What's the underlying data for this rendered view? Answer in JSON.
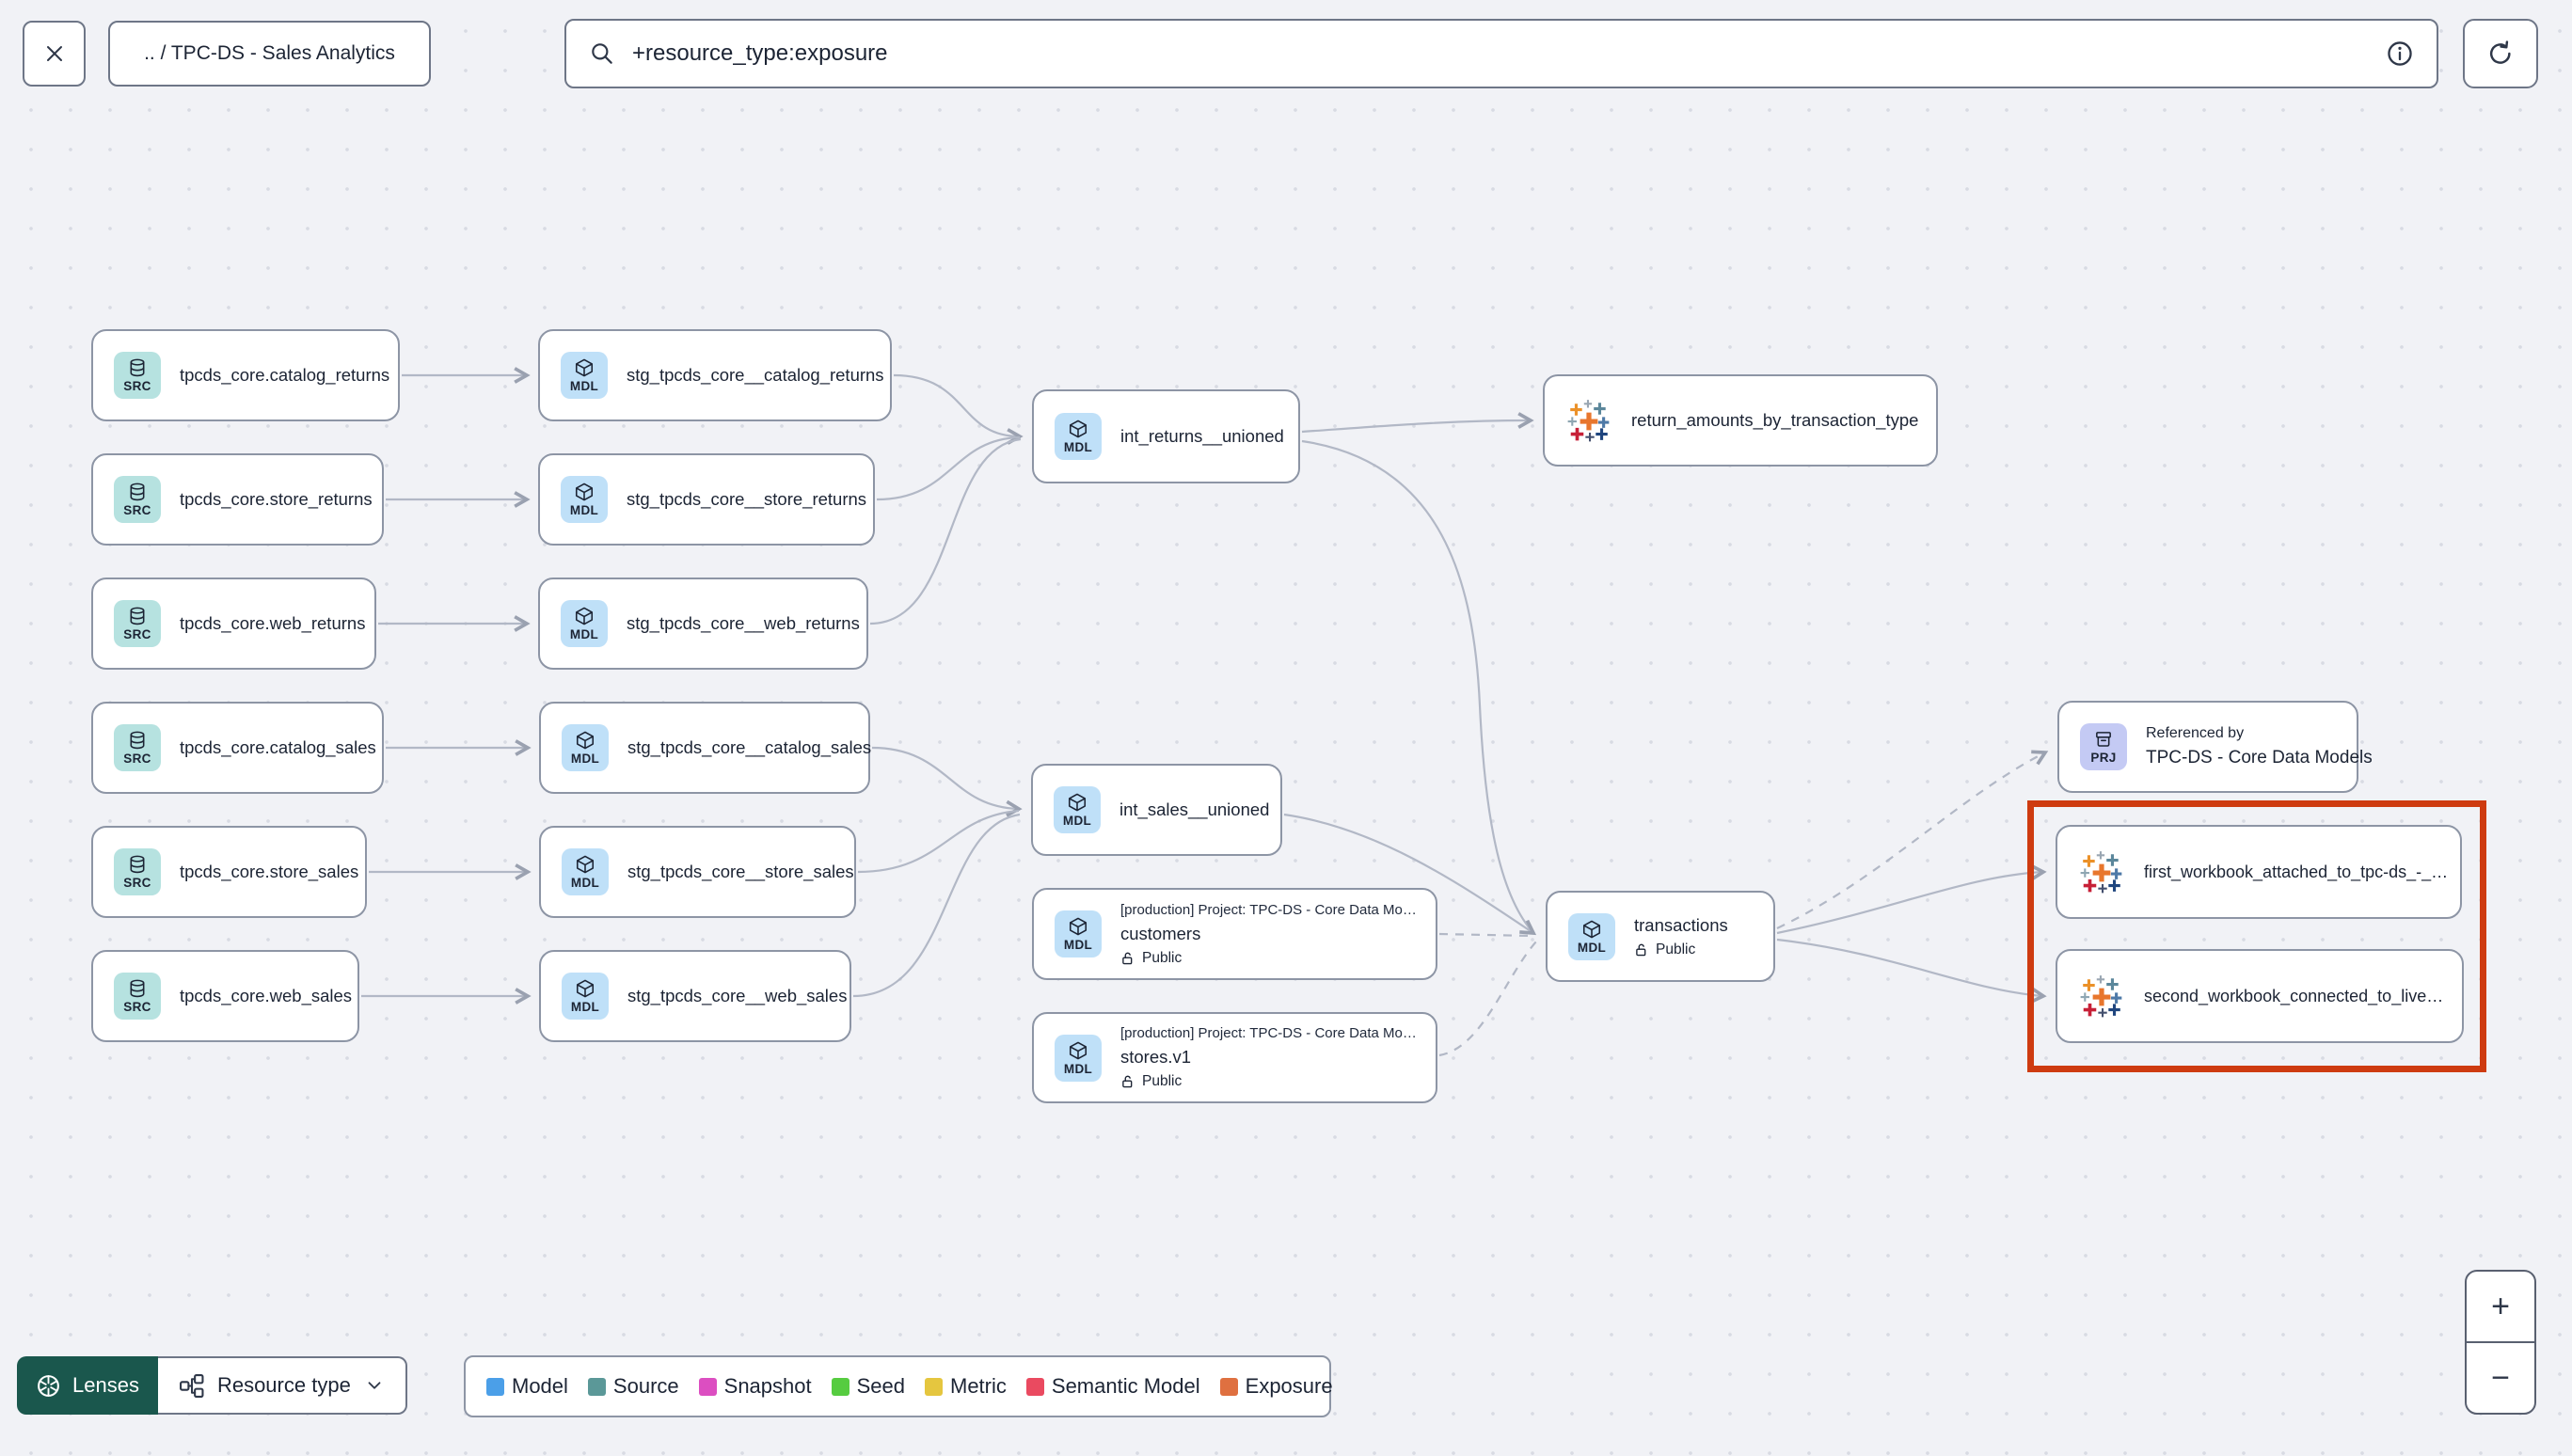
{
  "topbar": {
    "breadcrumb": ".. / TPC-DS - Sales Analytics",
    "search": {
      "value": "+resource_type:exposure"
    }
  },
  "graph": {
    "nodes": [
      {
        "type": "source",
        "badge": "SRC",
        "label": "tpcds_core.catalog_returns"
      },
      {
        "type": "source",
        "badge": "SRC",
        "label": "tpcds_core.store_returns"
      },
      {
        "type": "source",
        "badge": "SRC",
        "label": "tpcds_core.web_returns"
      },
      {
        "type": "source",
        "badge": "SRC",
        "label": "tpcds_core.catalog_sales"
      },
      {
        "type": "source",
        "badge": "SRC",
        "label": "tpcds_core.store_sales"
      },
      {
        "type": "source",
        "badge": "SRC",
        "label": "tpcds_core.web_sales"
      },
      {
        "type": "model",
        "badge": "MDL",
        "label": "stg_tpcds_core__catalog_returns"
      },
      {
        "type": "model",
        "badge": "MDL",
        "label": "stg_tpcds_core__store_returns"
      },
      {
        "type": "model",
        "badge": "MDL",
        "label": "stg_tpcds_core__web_returns"
      },
      {
        "type": "model",
        "badge": "MDL",
        "label": "stg_tpcds_core__catalog_sales"
      },
      {
        "type": "model",
        "badge": "MDL",
        "label": "stg_tpcds_core__store_sales"
      },
      {
        "type": "model",
        "badge": "MDL",
        "label": "stg_tpcds_core__web_sales"
      },
      {
        "type": "model",
        "badge": "MDL",
        "label": "int_returns__unioned"
      },
      {
        "type": "model",
        "badge": "MDL",
        "label": "int_sales__unioned"
      },
      {
        "type": "model",
        "badge": "MDL",
        "label": "customers",
        "project": "[production] Project: TPC-DS - Core Data Mo…",
        "access": "Public"
      },
      {
        "type": "model",
        "badge": "MDL",
        "label": "stores.v1",
        "project": "[production] Project: TPC-DS - Core Data Mo…",
        "access": "Public"
      },
      {
        "type": "model",
        "badge": "MDL",
        "label": "transactions",
        "access": "Public"
      },
      {
        "type": "exposure",
        "label": "return_amounts_by_transaction_type"
      },
      {
        "type": "project",
        "badge": "PRJ",
        "title": "Referenced by",
        "label": "TPC-DS - Core Data Models"
      },
      {
        "type": "exposure",
        "label": "first_workbook_attached_to_tpc-ds_-_…"
      },
      {
        "type": "exposure",
        "label": "second_workbook_connected_to_live…"
      }
    ]
  },
  "footer": {
    "lenses_label": "Lenses",
    "resource_type_label": "Resource type",
    "legend": [
      {
        "label": "Model",
        "color": "#4B9FE8"
      },
      {
        "label": "Source",
        "color": "#5B9898"
      },
      {
        "label": "Snapshot",
        "color": "#DC4EC1"
      },
      {
        "label": "Seed",
        "color": "#56CC40"
      },
      {
        "label": "Metric",
        "color": "#E5C63F"
      },
      {
        "label": "Semantic Model",
        "color": "#EA4A60"
      },
      {
        "label": "Exposure",
        "color": "#DF7040"
      }
    ]
  },
  "zoom_controls": {
    "zoom_in": "+",
    "zoom_out": "−"
  }
}
